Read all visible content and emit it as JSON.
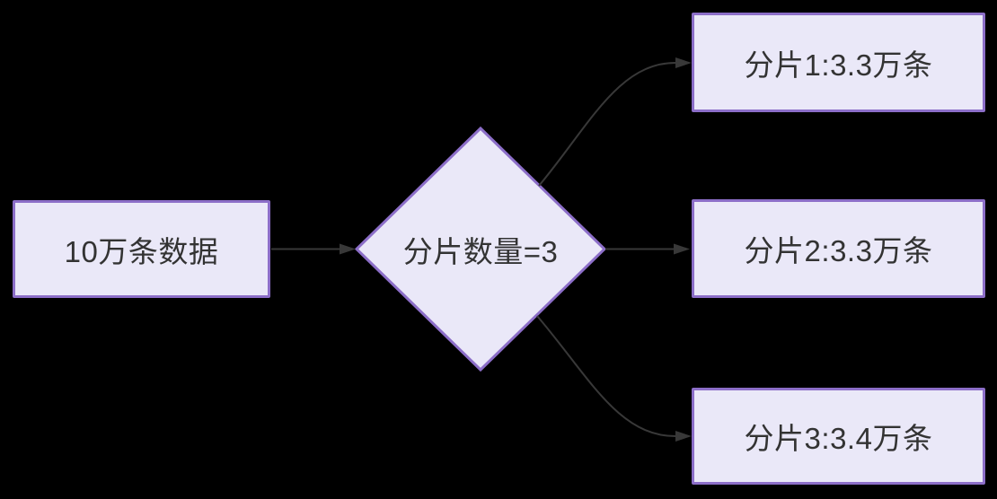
{
  "diagram": {
    "title": "data-sharding-flowchart",
    "colors": {
      "background": "#000000",
      "node_fill": "#EAE8F8",
      "node_border": "#8C6EC8",
      "text": "#333333",
      "arrow": "#383838"
    },
    "nodes": {
      "source": {
        "label": "10万条数据",
        "shape": "rectangle"
      },
      "decision": {
        "label": "分片数量=3",
        "shape": "diamond"
      },
      "shard1": {
        "label": "分片1:3.3万条",
        "shape": "rectangle"
      },
      "shard2": {
        "label": "分片2:3.3万条",
        "shape": "rectangle"
      },
      "shard3": {
        "label": "分片3:3.4万条",
        "shape": "rectangle"
      }
    },
    "edges": [
      {
        "from": "source",
        "to": "decision"
      },
      {
        "from": "decision",
        "to": "shard1"
      },
      {
        "from": "decision",
        "to": "shard2"
      },
      {
        "from": "decision",
        "to": "shard3"
      }
    ]
  }
}
